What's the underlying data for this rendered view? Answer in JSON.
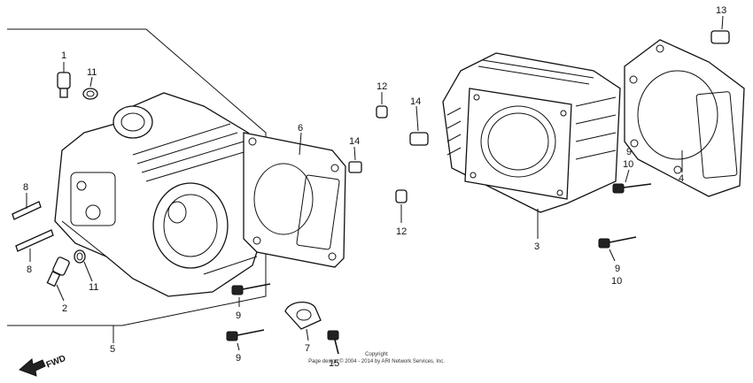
{
  "labels": {
    "l1": "1",
    "l2": "2",
    "l3": "3",
    "l4": "4",
    "l5": "5",
    "l6": "6",
    "l7": "7",
    "l8a": "8",
    "l8b": "8",
    "l9a": "9",
    "l9b": "9",
    "l9c": "9",
    "l9d": "9",
    "l10a": "10",
    "l10b": "10",
    "l11a": "11",
    "l11b": "11",
    "l12a": "12",
    "l12b": "12",
    "l13": "13",
    "l14a": "14",
    "l14b": "14",
    "l15": "15"
  },
  "fwd_label": "FWD",
  "copyright_line1": "Copyright",
  "copyright_line2": "Page design © 2004 - 2014 by ARI Network Services, Inc."
}
